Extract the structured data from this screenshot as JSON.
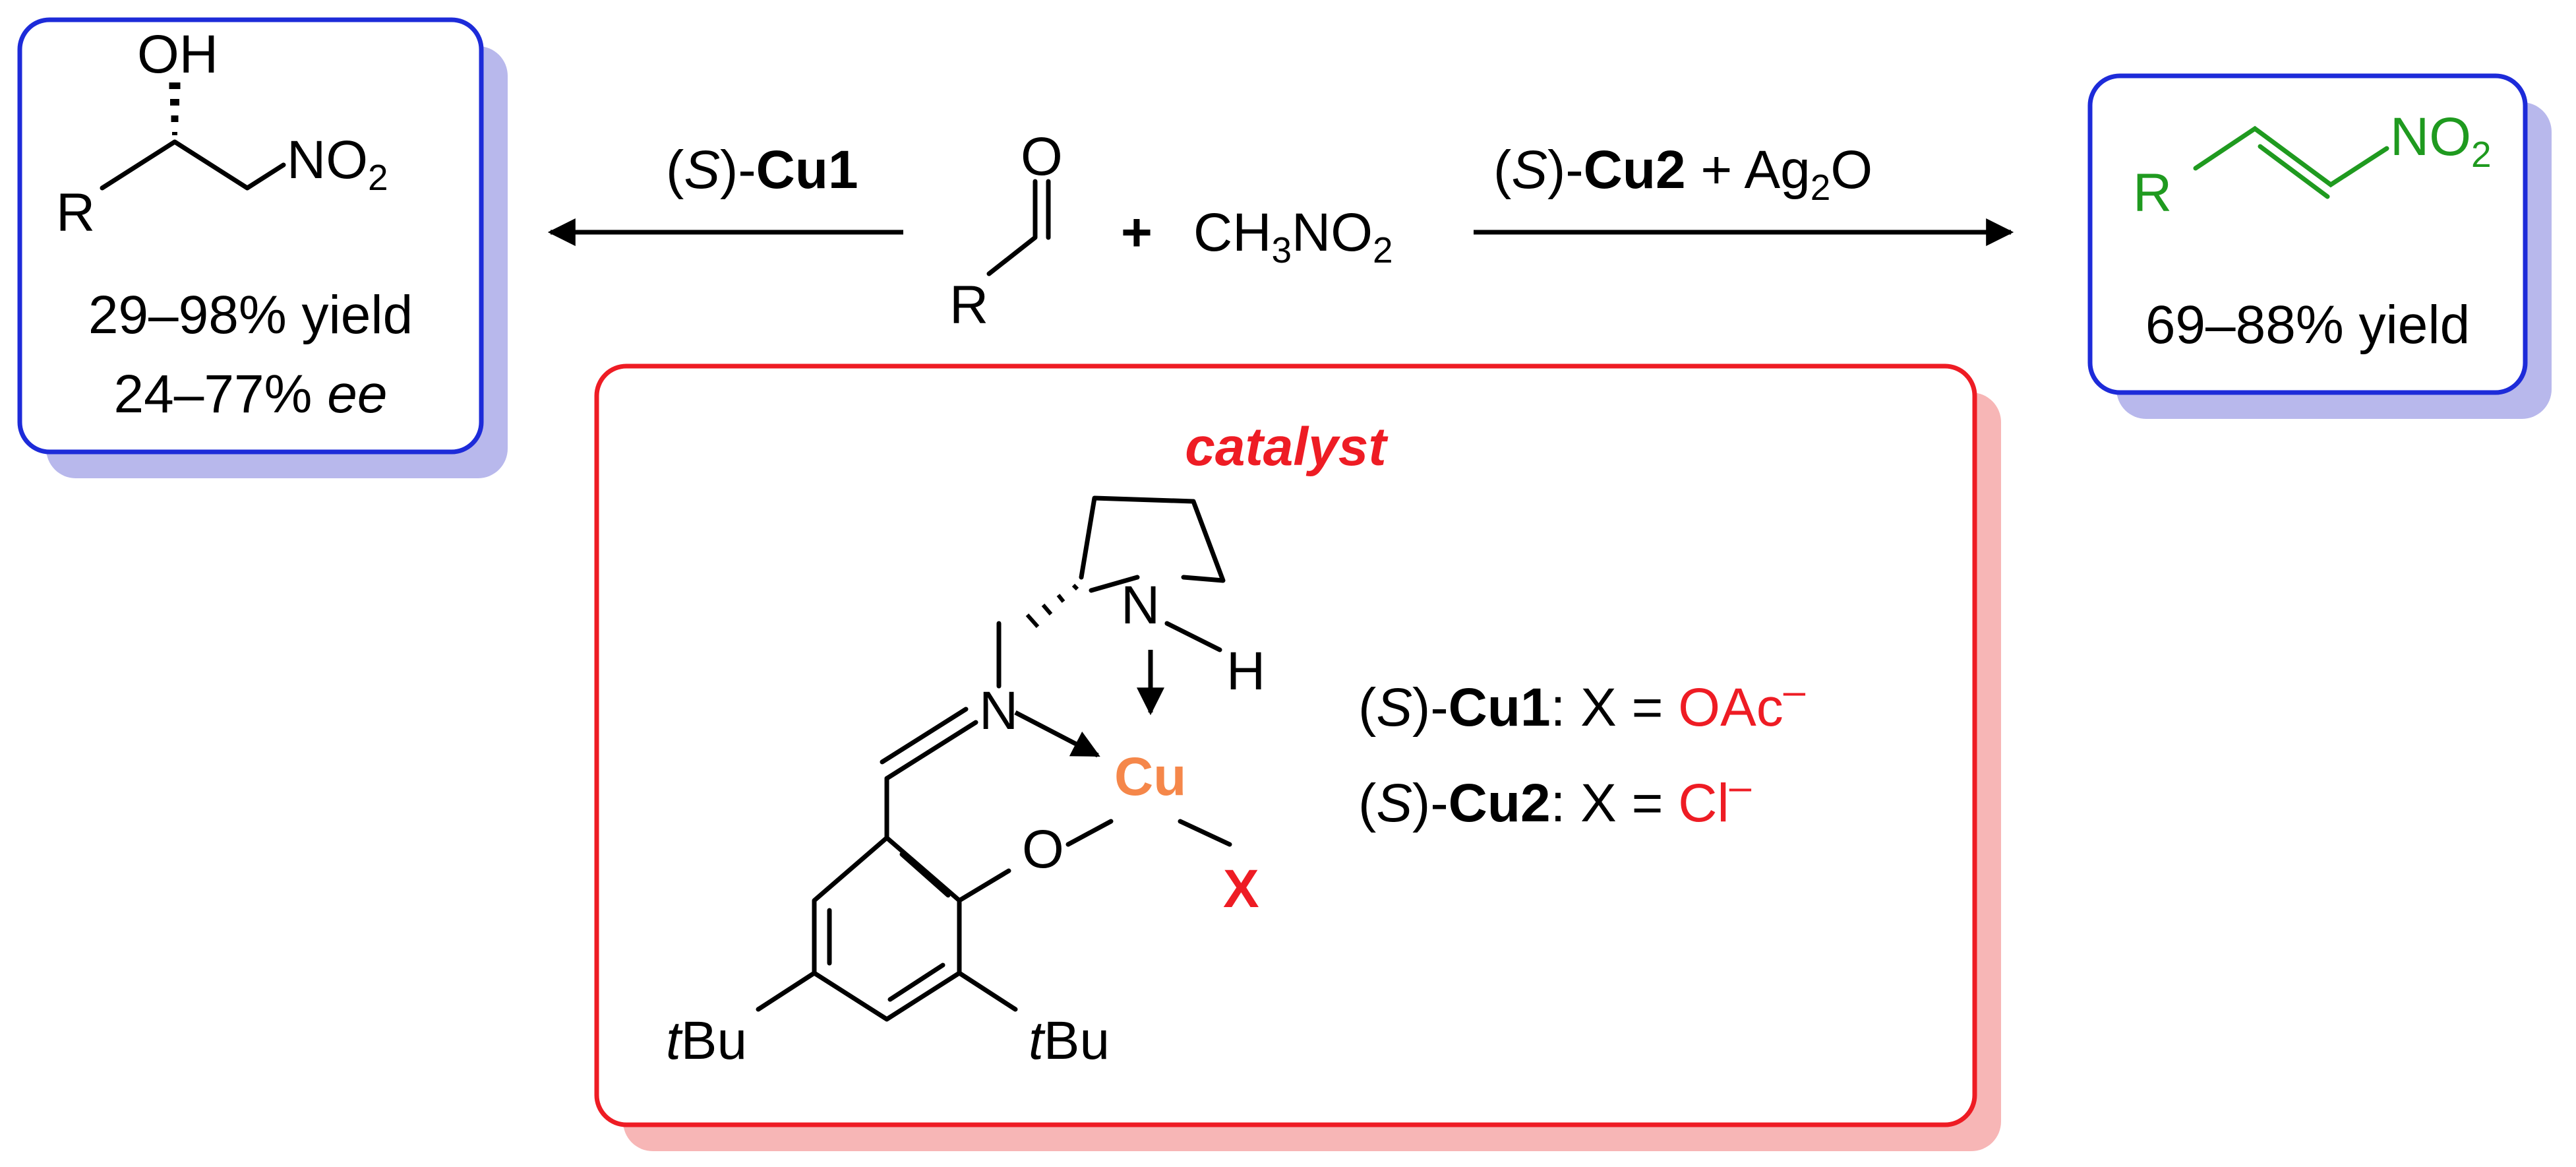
{
  "left_product": {
    "oh": "OH",
    "r": "R",
    "no2": "NO",
    "no2_sub": "2",
    "yield": "29–98% yield",
    "ee_value": "24–77% ",
    "ee_unit": "ee"
  },
  "right_product": {
    "r": "R",
    "no2": "NO",
    "no2_sub": "2",
    "yield": "69–88% yield"
  },
  "reaction": {
    "left_reagent_prefix": "(",
    "left_reagent_s": "S",
    "left_reagent_mid": ")-",
    "left_reagent_name": "Cu1",
    "aldehyde_o": "O",
    "aldehyde_r": "R",
    "plus": "+",
    "nitromethane_a": "CH",
    "nitromethane_sub1": "3",
    "nitromethane_b": "NO",
    "nitromethane_sub2": "2",
    "right_reagent_prefix": "(",
    "right_reagent_s": "S",
    "right_reagent_mid": ")-",
    "right_reagent_name": "Cu2",
    "right_reagent_plus": " + Ag",
    "right_reagent_sub": "2",
    "right_reagent_o": "O"
  },
  "catalyst": {
    "title": "catalyst",
    "n_amine": "N",
    "h": "H",
    "n_imine": "N",
    "cu": "Cu",
    "o": "O",
    "x": "X",
    "tbu_left_t": "t",
    "tbu_left_bu": "Bu",
    "tbu_right_t": "t",
    "tbu_right_bu": "Bu",
    "def1_prefix": "(",
    "def1_s": "S",
    "def1_mid": ")-",
    "def1_name": "Cu1",
    "def1_eq": ": X = ",
    "def1_anion": "OAc",
    "def1_charge": "–",
    "def2_prefix": "(",
    "def2_s": "S",
    "def2_mid": ")-",
    "def2_name": "Cu2",
    "def2_eq": ": X = ",
    "def2_anion": "Cl",
    "def2_charge": "–"
  },
  "colors": {
    "product_box_border": "#1d2bd9",
    "product_box_shadow": "#b8b8ec",
    "catalyst_box_border": "#ee1c24",
    "catalyst_box_shadow": "#f7b6b6",
    "highlight_red": "#ee1c24",
    "copper_orange": "#f5874a",
    "alkene_green": "#1f9a1f"
  }
}
